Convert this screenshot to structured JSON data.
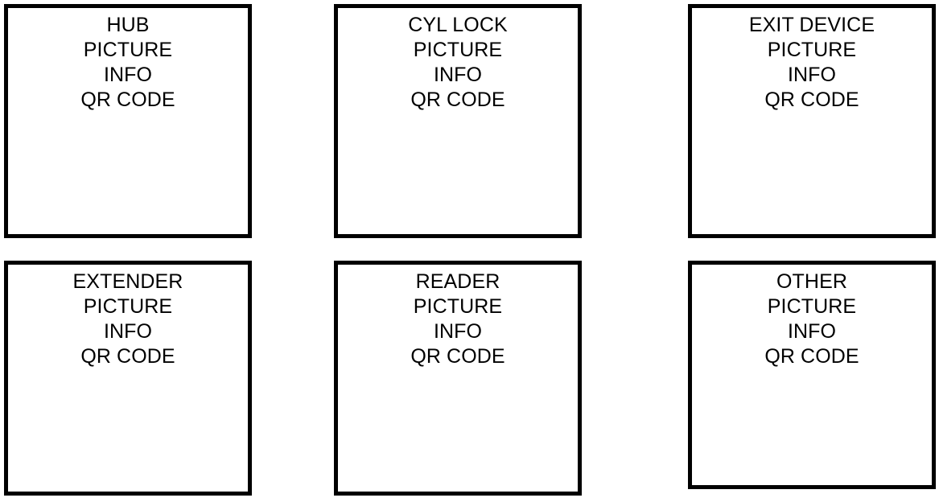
{
  "page": {
    "background_color": "#ffffff",
    "border_color": "#000000",
    "text_color": "#000000",
    "layout": "3-columns-by-2-rows"
  },
  "common_lines": [
    "PICTURE",
    "INFO",
    "QR CODE"
  ],
  "cards": [
    {
      "id": "hub",
      "title": "HUB",
      "lines": [
        "HUB",
        "PICTURE",
        "INFO",
        "QR CODE"
      ],
      "column": 0,
      "row": 0
    },
    {
      "id": "cyl-lock",
      "title": "CYL LOCK",
      "lines": [
        "CYL LOCK",
        "PICTURE",
        "INFO",
        "QR CODE"
      ],
      "column": 1,
      "row": 0
    },
    {
      "id": "exit-device",
      "title": "EXIT DEVICE",
      "lines": [
        "EXIT DEVICE",
        "PICTURE",
        "INFO",
        "QR CODE"
      ],
      "column": 2,
      "row": 0
    },
    {
      "id": "extender",
      "title": "EXTENDER",
      "lines": [
        "EXTENDER",
        "PICTURE",
        "INFO",
        "QR CODE"
      ],
      "column": 0,
      "row": 1
    },
    {
      "id": "reader",
      "title": "READER",
      "lines": [
        "READER",
        "PICTURE",
        "INFO",
        "QR CODE"
      ],
      "column": 1,
      "row": 1
    },
    {
      "id": "other",
      "title": "OTHER",
      "lines": [
        "OTHER",
        "PICTURE",
        "INFO",
        "QR CODE"
      ],
      "column": 2,
      "row": 1
    }
  ]
}
